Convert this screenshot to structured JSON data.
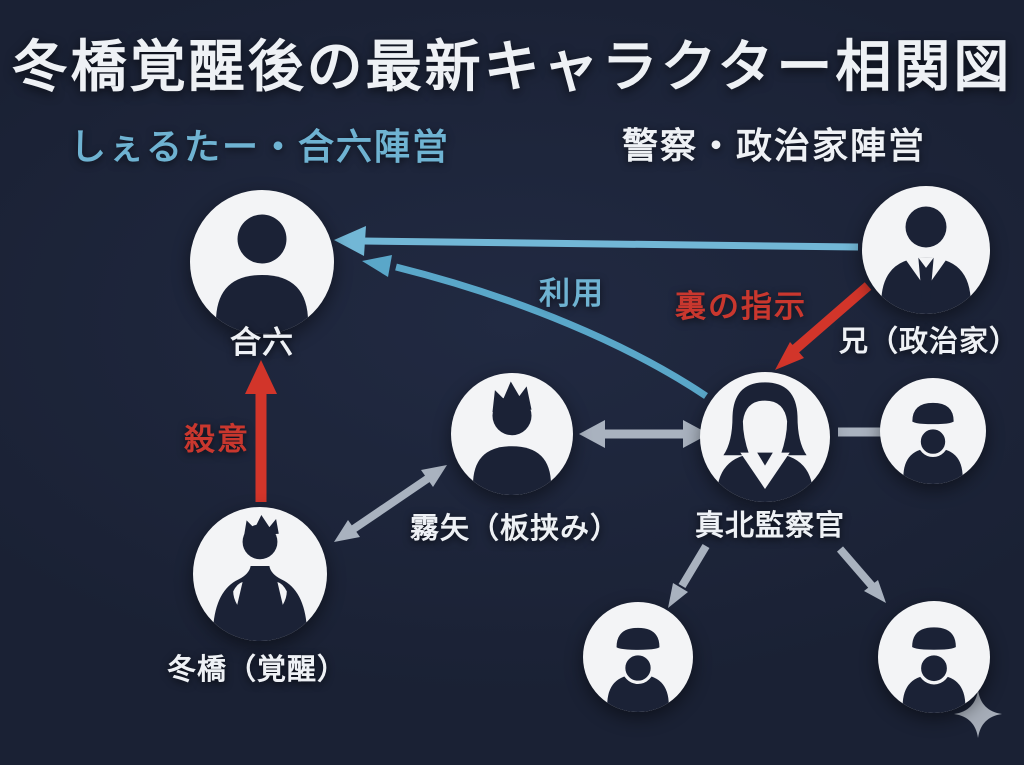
{
  "title": "冬橋覚醒後の最新キャラクター相関図",
  "factions": {
    "shelter": {
      "label": "しぇるたー・合六陣営"
    },
    "police": {
      "label": "警察・政治家陣営"
    }
  },
  "characters": {
    "goroku": {
      "name": "合六"
    },
    "ani": {
      "name": "兄（政治家）"
    },
    "kiriya": {
      "name": "霧矢（板挟み）"
    },
    "makita": {
      "name": "真北監察官"
    },
    "fuyuhashi": {
      "name": "冬橋（覚醒）"
    }
  },
  "edge_labels": {
    "uses": "利用",
    "secret_orders": "裏の指示",
    "murderous_intent": "殺意"
  },
  "relations": [
    {
      "from": "ani",
      "to": "goroku",
      "type": "arrow",
      "color": "blue",
      "label": "利用"
    },
    {
      "from": "makita",
      "to": "goroku",
      "type": "curved-arrow",
      "color": "blue",
      "label": "利用"
    },
    {
      "from": "ani",
      "to": "makita",
      "type": "arrow",
      "color": "red",
      "label": "裏の指示"
    },
    {
      "from": "fuyuhashi",
      "to": "goroku",
      "type": "arrow",
      "color": "red",
      "label": "殺意"
    },
    {
      "from": "fuyuhashi",
      "to": "kiriya",
      "type": "double-arrow",
      "color": "gray",
      "label": ""
    },
    {
      "from": "kiriya",
      "to": "makita",
      "type": "double-arrow",
      "color": "gray",
      "label": ""
    },
    {
      "from": "makita",
      "to": "officer_right",
      "type": "arrow",
      "color": "gray",
      "label": ""
    },
    {
      "from": "makita",
      "to": "officer_bottom_left",
      "type": "arrow",
      "color": "gray",
      "label": ""
    },
    {
      "from": "makita",
      "to": "officer_bottom_right",
      "type": "arrow",
      "color": "gray",
      "label": ""
    }
  ],
  "icons": {
    "person-male-icon": "male bust silhouette",
    "person-suit-icon": "man in suit and tie silhouette",
    "person-spiky-hair-icon": "spiky-haired man silhouette",
    "person-female-suit-icon": "woman in suit silhouette",
    "person-muscular-icon": "muscular man silhouette",
    "police-officer-icon": "police officer with peaked cap silhouette",
    "sparkle-icon": "four-pointed star"
  },
  "colors": {
    "background": "#1a2134",
    "text_white": "#eef1f5",
    "shelter_blue": "#6fb3d2",
    "arrow_blue_light": "#72b7d6",
    "arrow_blue_curved": "#5aa7c9",
    "arrow_red": "#d2352a",
    "text_red": "#c9372e",
    "arrow_gray": "#a9b2bf",
    "avatar_bg": "#f3f4f6",
    "silhouette": "#1b2236",
    "sparkle": "#b6bcc6"
  }
}
